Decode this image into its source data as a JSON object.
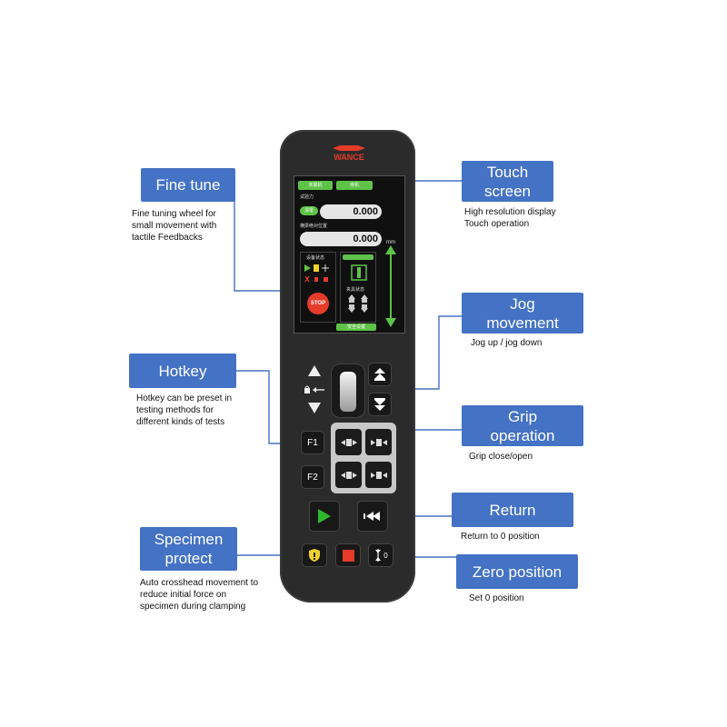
{
  "callouts": {
    "fine_tune": {
      "title": "Fine tune",
      "desc": [
        "Fine tuning wheel for",
        "small movement with",
        "tactile Feedbacks"
      ]
    },
    "touch_screen": {
      "title_line1": "Touch",
      "title_line2": "screen",
      "desc": [
        "High resolution display",
        "Touch operation"
      ]
    },
    "jog_movement": {
      "title_line1": "Jog",
      "title_line2": "movement",
      "desc": [
        "Jog up / jog down"
      ]
    },
    "hotkey": {
      "title": "Hotkey",
      "desc": [
        "Hotkey can be preset in",
        "testing methods for",
        "different kinds of tests"
      ]
    },
    "grip_operation": {
      "title_line1": "Grip",
      "title_line2": "operation",
      "desc": [
        "Grip close/open"
      ]
    },
    "return": {
      "title": "Return",
      "desc": [
        "Return to 0 position"
      ]
    },
    "specimen_protect": {
      "title_line1": "Specimen",
      "title_line2": "protect",
      "desc": [
        "Auto crosshead movement to",
        "reduce initial force on",
        "specimen during clamping"
      ]
    },
    "zero_position": {
      "title": "Zero position",
      "desc": [
        "Set 0 position"
      ]
    }
  },
  "device": {
    "logo": "WANCE",
    "screen": {
      "tab1": "未联机",
      "tab2": "待机",
      "force_label": "试验力",
      "clear_btn": "清零",
      "force_value": "0.000",
      "position_label": "横梁绝对位置",
      "position_value": "0.000",
      "unit": "mm",
      "status_label": "设备状态",
      "status_badge": "",
      "fixture_label": "夹具状态",
      "stop_label": "STOP",
      "bottom_btn": "安全设置"
    },
    "keys": {
      "f1": "F1",
      "f2": "F2",
      "zero": "0"
    }
  },
  "colors": {
    "callout": "#4472c4",
    "connector": "#4472c4",
    "device_body": "#2b2b2b",
    "screen_green": "#5ec348",
    "stop_red": "#e53b2a",
    "play_green": "#2eb82e",
    "protect_yellow": "#f2d22e"
  }
}
